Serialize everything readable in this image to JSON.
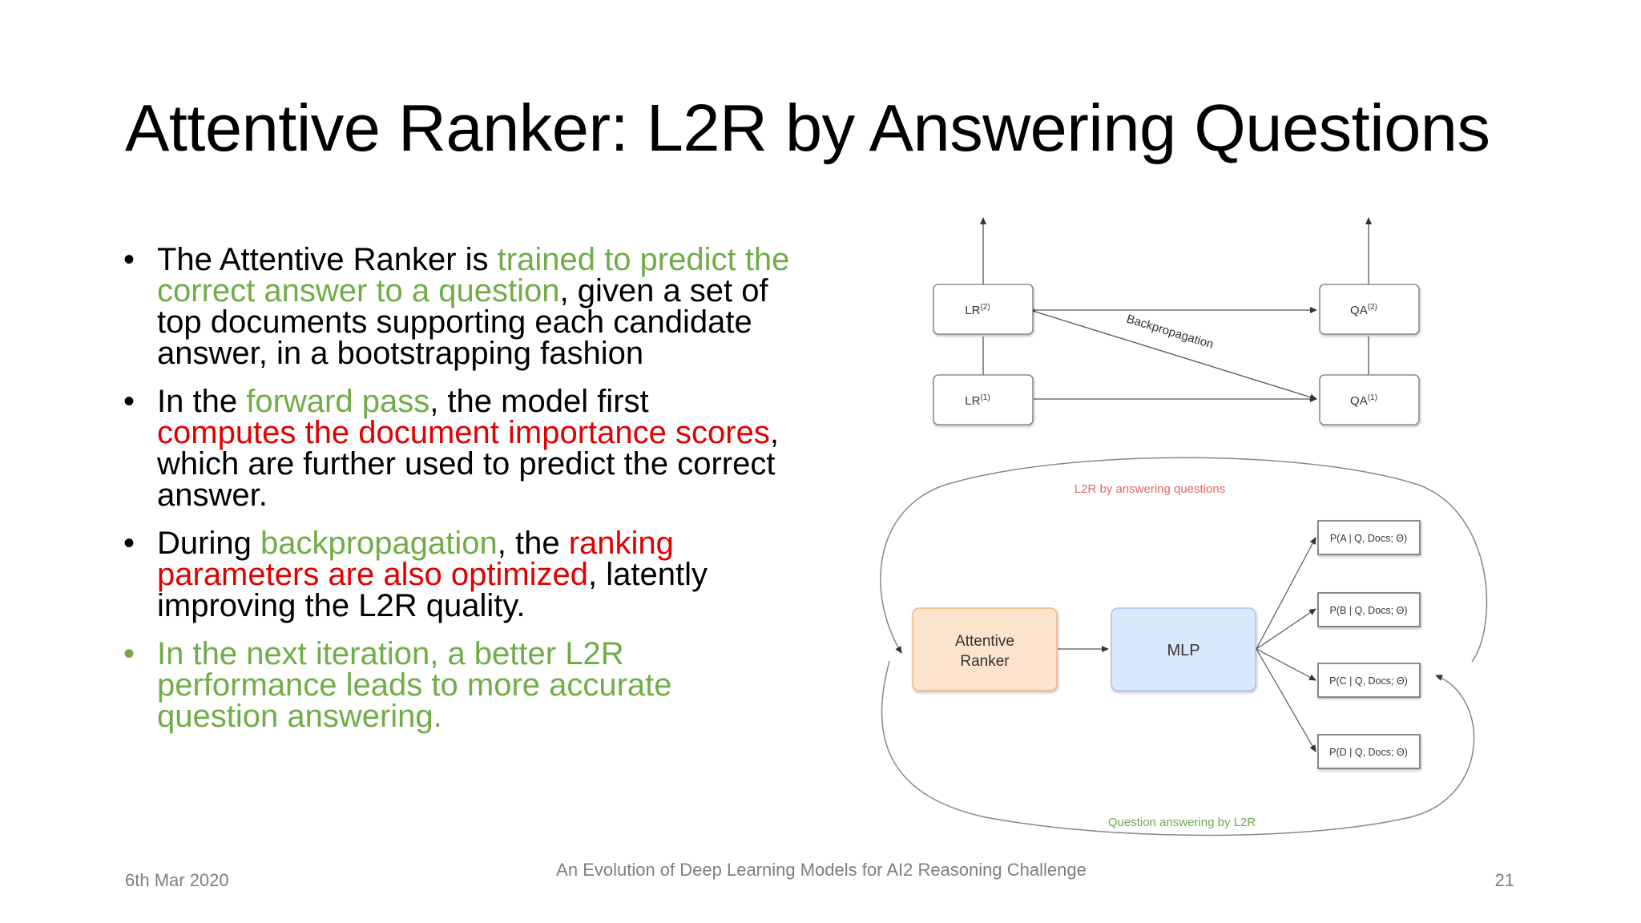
{
  "slide": {
    "title": "Attentive Ranker: L2R by Answering Questions",
    "bullets": [
      {
        "color": "#000000",
        "segments": [
          {
            "text": "The Attentive Ranker is ",
            "style": "black"
          },
          {
            "text": "trained to predict the correct answer to a question",
            "style": "green"
          },
          {
            "text": ", given a set of top documents supporting each candidate answer, in a bootstrapping fashion",
            "style": "black"
          }
        ]
      },
      {
        "color": "#000000",
        "segments": [
          {
            "text": "In the ",
            "style": "black"
          },
          {
            "text": "forward pass",
            "style": "green"
          },
          {
            "text": ", the model first ",
            "style": "black"
          },
          {
            "text": "computes the document importance scores",
            "style": "red"
          },
          {
            "text": ", which are further used to predict the correct answer.",
            "style": "black"
          }
        ]
      },
      {
        "color": "#000000",
        "segments": [
          {
            "text": "During ",
            "style": "black"
          },
          {
            "text": "backpropagation",
            "style": "green"
          },
          {
            "text": ", the ",
            "style": "black"
          },
          {
            "text": "ranking parameters are also optimized",
            "style": "red"
          },
          {
            "text": ", latently improving the L2R quality.",
            "style": "black"
          }
        ]
      },
      {
        "color": "#70ad47",
        "segments": [
          {
            "text": "In the next iteration, a better L2R performance leads to more accurate question answering.",
            "style": "green"
          }
        ]
      }
    ],
    "bullet_glyph": "•",
    "colors": {
      "green": "#70ad47",
      "red": "#e00000"
    }
  },
  "diagram_top": {
    "lr2_base": "LR",
    "lr2_sup": "(2)",
    "lr1_base": "LR",
    "lr1_sup": "(1)",
    "qa2_base": "QA",
    "qa2_sup": "(2)",
    "qa1_base": "QA",
    "qa1_sup": "(1)",
    "edge_label": "Backpropagation"
  },
  "diagram_bottom": {
    "loop_top_label": "L2R by answering questions",
    "loop_bottom_label": "Question answering by L2R",
    "ranker_line1": "Attentive",
    "ranker_line2": "Ranker",
    "mlp_label": "MLP",
    "outputs": [
      "P(A | Q, Docs; Θ)",
      "P(B | Q, Docs; Θ)",
      "P(C | Q, Docs; Θ)",
      "P(D | Q, Docs; Θ)"
    ],
    "colors": {
      "ranker": "#fce4cc",
      "ranker_border": "#e8b98a",
      "mlp": "#d9e8fb",
      "mlp_border": "#a9c4e8",
      "top_label": "#e06666",
      "bottom_label": "#6aa84f"
    }
  },
  "footer": {
    "date": "6th Mar 2020",
    "center": "An Evolution of Deep Learning Models for AI2 Reasoning Challenge",
    "page": "21"
  }
}
